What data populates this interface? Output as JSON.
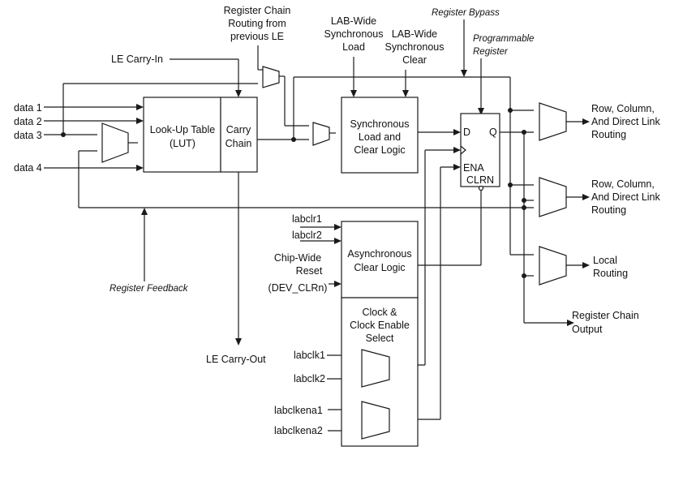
{
  "inputs": {
    "data1": "data 1",
    "data2": "data 2",
    "data3": "data 3",
    "data4": "data 4",
    "carry_in": "LE Carry-In",
    "carry_out": "LE Carry-Out",
    "labclr1": "labclr1",
    "labclr2": "labclr2",
    "chip_reset": [
      "Chip-Wide",
      "Reset",
      "(DEV_CLRn)"
    ],
    "labclk1": "labclk1",
    "labclk2": "labclk2",
    "labclkena1": "labclkena1",
    "labclkena2": "labclkena2"
  },
  "top_labels": {
    "chain_routing": [
      "Register Chain",
      "Routing from",
      "previous LE"
    ],
    "lab_sync_load": [
      "LAB-Wide",
      "Synchronous",
      "Load"
    ],
    "lab_sync_clear": [
      "LAB-Wide",
      "Synchronous",
      "Clear"
    ],
    "register_bypass": "Register Bypass",
    "programmable_register": [
      "Programmable",
      "Register"
    ],
    "register_feedback": "Register Feedback"
  },
  "blocks": {
    "lut": [
      "Look-Up Table",
      "(LUT)"
    ],
    "carry": [
      "Carry",
      "Chain"
    ],
    "sync_logic": [
      "Synchronous",
      "Load and",
      "Clear Logic"
    ],
    "async_logic": [
      "Asynchronous",
      "Clear Logic"
    ],
    "clock_select": [
      "Clock &",
      "Clock Enable",
      "Select"
    ],
    "register": {
      "d": "D",
      "q": "Q",
      "ena": "ENA",
      "clrn": "CLRN"
    }
  },
  "outputs": {
    "row1": [
      "Row, Column,",
      "And Direct Link",
      "Routing"
    ],
    "row2": [
      "Row, Column,",
      "And Direct Link",
      "Routing"
    ],
    "local": [
      "Local",
      "Routing"
    ],
    "chain_out": [
      "Register  Chain",
      "Output"
    ]
  }
}
